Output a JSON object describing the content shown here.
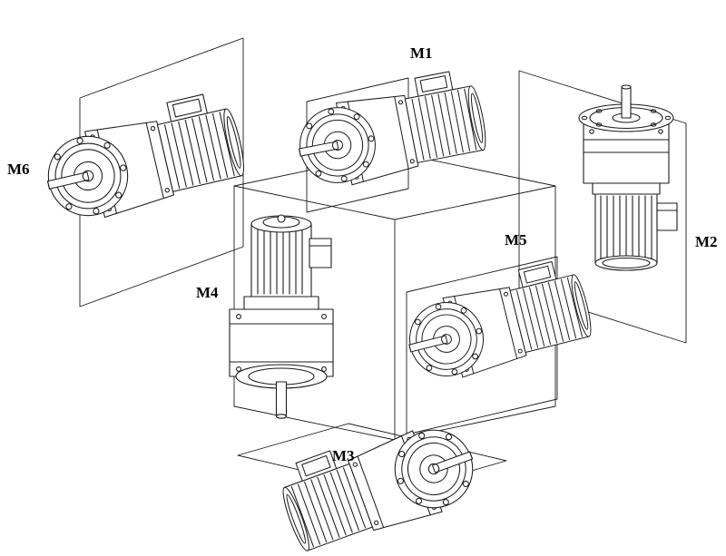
{
  "diagram": {
    "labels": {
      "m1": "M1",
      "m2": "M2",
      "m3": "M3",
      "m4": "M4",
      "m5": "M5",
      "m6": "M6"
    },
    "colors": {
      "line": "#1c1c1c",
      "label": "#000000",
      "background": "#ffffff"
    }
  }
}
